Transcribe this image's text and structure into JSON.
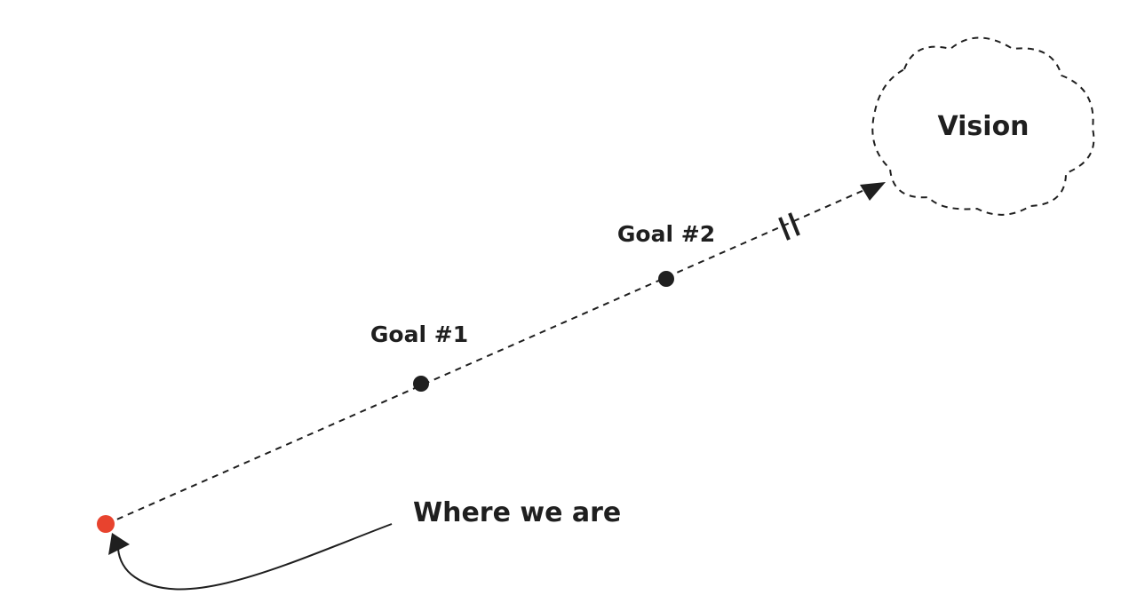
{
  "labels": {
    "vision": "Vision",
    "goal_2": "Goal #2",
    "goal_1": "Goal #1",
    "current": "Where we are"
  },
  "colors": {
    "ink": "#1f1f1f",
    "current_marker": "#e8432e",
    "background": "#ffffff"
  },
  "icons": {
    "path_break": "double-slash-break-icon",
    "direction": "arrowhead-icon"
  }
}
